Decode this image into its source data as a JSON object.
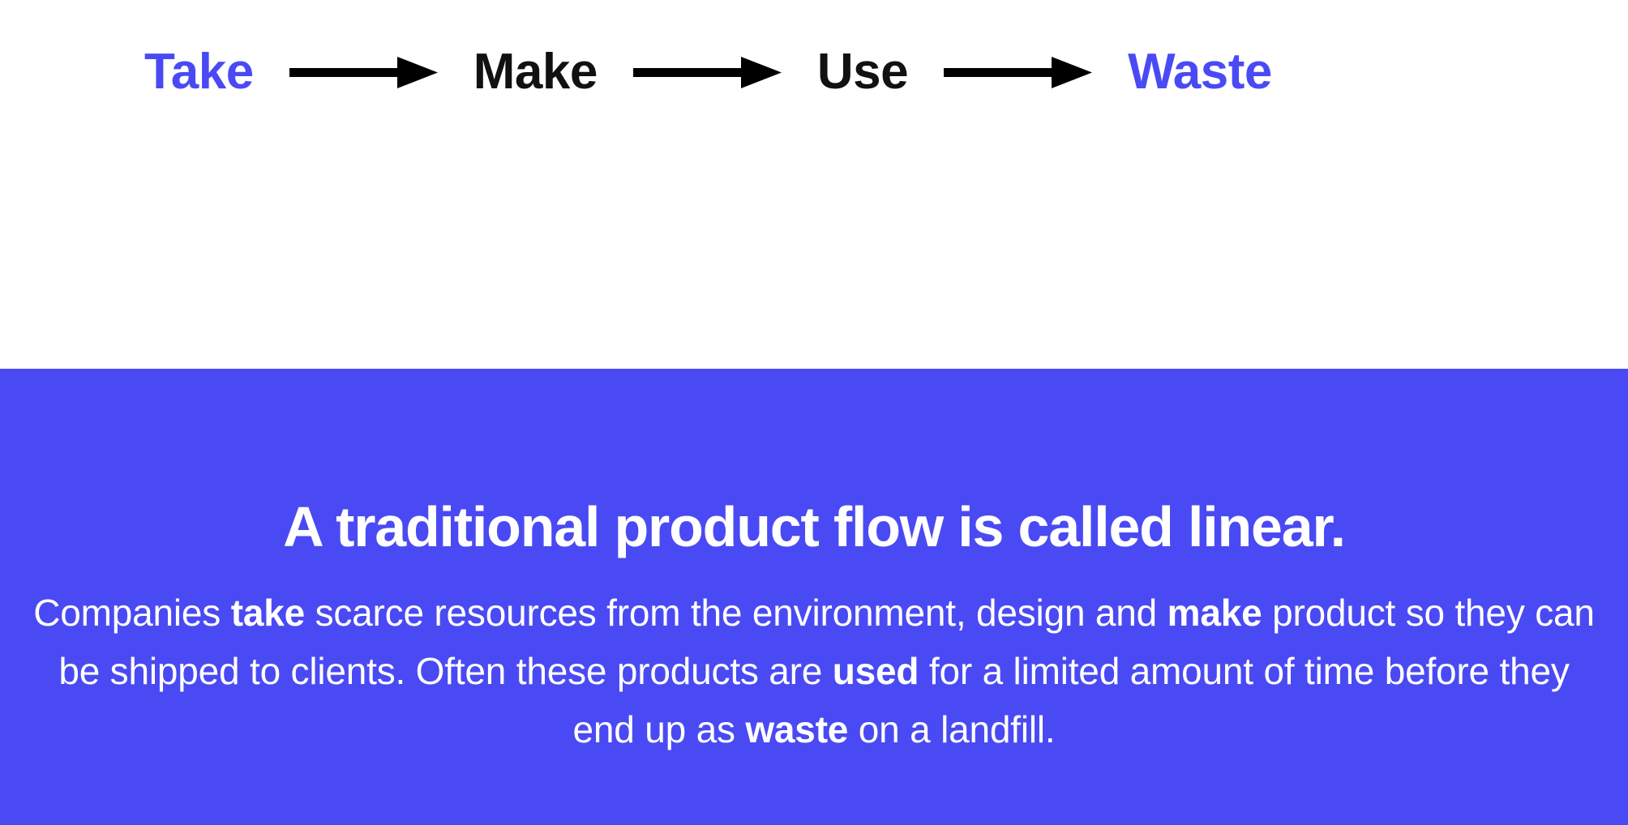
{
  "theme": {
    "accent_blue": "#4a4af4",
    "band_background": "#4a4af4",
    "page_background": "#ffffff",
    "text_dark": "#111111",
    "text_light": "#ffffff"
  },
  "diagram": {
    "name": "linear-product-flow",
    "type": "linear-flow",
    "steps": [
      {
        "label": "Take",
        "emphasis": "accent"
      },
      {
        "label": "Make",
        "emphasis": "default"
      },
      {
        "label": "Use",
        "emphasis": "default"
      },
      {
        "label": "Waste",
        "emphasis": "accent"
      }
    ],
    "connector_icon": "arrow-right-icon",
    "connector_count": 3
  },
  "band": {
    "headline": "A traditional product flow is called linear.",
    "body": {
      "segments": [
        {
          "text": "Companies ",
          "bold": false
        },
        {
          "text": "take",
          "bold": true
        },
        {
          "text": " scarce resources from the environment, design and ",
          "bold": false
        },
        {
          "text": "make",
          "bold": true
        },
        {
          "text": " product so they can be shipped to clients. Often these products are ",
          "bold": false
        },
        {
          "text": "used",
          "bold": true
        },
        {
          "text": " for a limited amount of time before they end up as ",
          "bold": false
        },
        {
          "text": "waste",
          "bold": true
        },
        {
          "text": " on a landfill.",
          "bold": false
        }
      ]
    }
  }
}
